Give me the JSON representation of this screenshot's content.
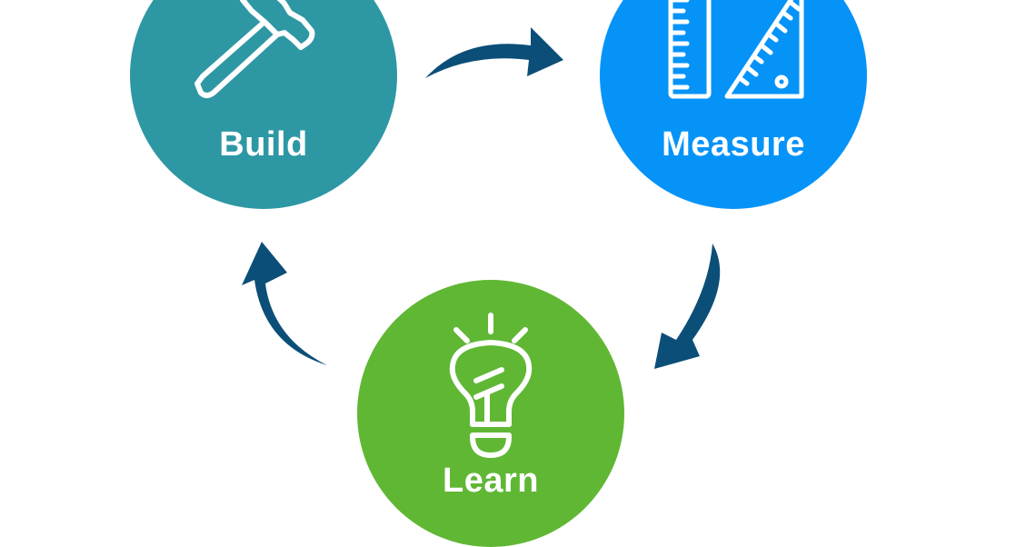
{
  "diagram": {
    "type": "cycle",
    "nodes": [
      {
        "id": "build",
        "label": "Build",
        "icon": "hammer-icon",
        "color": "#2e97a4"
      },
      {
        "id": "measure",
        "label": "Measure",
        "icon": "ruler-and-triangle-icon",
        "color": "#0693f8"
      },
      {
        "id": "learn",
        "label": "Learn",
        "icon": "lightbulb-icon",
        "color": "#60b734"
      }
    ],
    "edges": [
      {
        "from": "build",
        "to": "measure"
      },
      {
        "from": "measure",
        "to": "learn"
      },
      {
        "from": "learn",
        "to": "build"
      }
    ],
    "arrow_color": "#0b4f78",
    "background": "#ffffff"
  }
}
